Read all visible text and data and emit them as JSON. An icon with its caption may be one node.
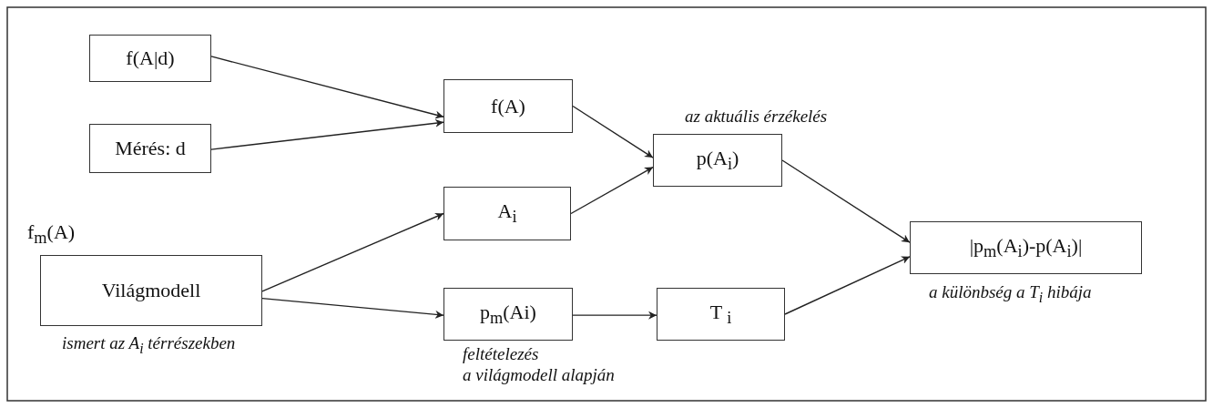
{
  "diagram": {
    "nodes": [
      {
        "text": [
          "f(A|d)"
        ]
      },
      {
        "text": [
          "Mérés: d"
        ]
      },
      {
        "text": [
          "f(A)"
        ]
      },
      {
        "text": [
          "p(A$_{i}$)"
        ],
        "beside": [
          "az aktuális érzékelés"
        ]
      },
      {
        "text": [
          "A$_{i}$"
        ]
      },
      {
        "text": [
          "f$_{m}$(A)",
          "Világmodell"
        ],
        "beside": [
          "ismert az A$_{i}$ térrészekben"
        ]
      },
      {
        "text": [
          "p$_{m}$(Ai)"
        ],
        "beside": [
          "feltételezés a világmodell alapján"
        ]
      },
      {
        "text": [
          "T $_{i}$"
        ]
      },
      {
        "text": [
          "|p$_{m}$(A$_{i}$)-p(A$_{i}$)|"
        ],
        "beside": [
          "a különbség a T$_{i}$ hibája"
        ]
      }
    ],
    "edges": [
      {
        "from": 0,
        "to": 2,
        "arrow": "to"
      },
      {
        "from": 1,
        "to": 2,
        "arrow": "to"
      },
      {
        "from": 2,
        "to": 3,
        "arrow": "to"
      },
      {
        "from": 4,
        "to": 3,
        "arrow": "to"
      },
      {
        "from": 5,
        "to": 4,
        "arrow": "to"
      },
      {
        "from": 5,
        "to": 6,
        "arrow": "to"
      },
      {
        "from": 6,
        "to": 7,
        "arrow": "to"
      },
      {
        "from": 3,
        "to": 8,
        "arrow": "to"
      },
      {
        "from": 7,
        "to": 8,
        "arrow": "to"
      }
    ]
  }
}
